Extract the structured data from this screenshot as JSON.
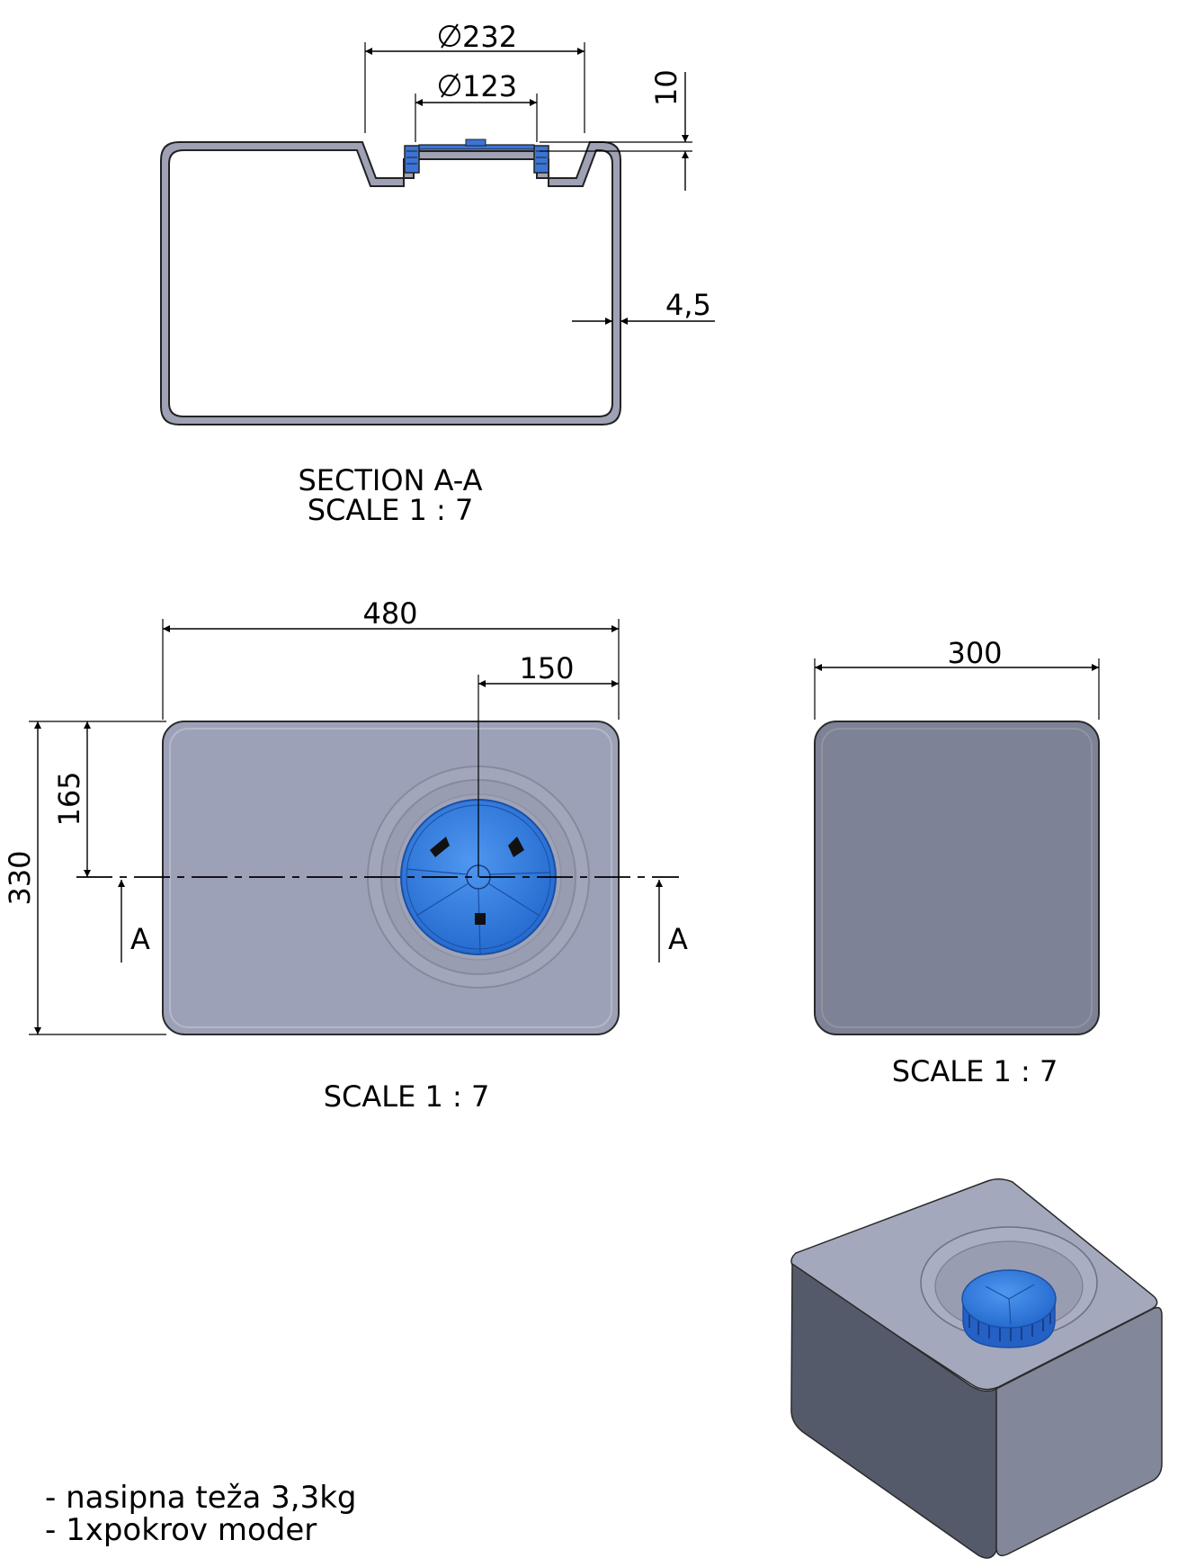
{
  "section_view": {
    "dims": {
      "outer_diameter": "232",
      "inner_diameter": "123",
      "neck_depth": "10",
      "wall_thickness": "4,5"
    },
    "label_line1": "SECTION A-A",
    "label_line2": "SCALE 1 : 7"
  },
  "top_view": {
    "dims": {
      "width": "480",
      "cap_offset": "150",
      "height": "330",
      "half_height": "165"
    },
    "section_marks": [
      "A",
      "A"
    ],
    "scale_label": "SCALE 1 : 7"
  },
  "side_view": {
    "dims": {
      "width": "300"
    },
    "scale_label": "SCALE 1 : 7"
  },
  "notes": [
    "- nasipna teža 3,3kg",
    "- 1xpokrov moder"
  ],
  "colors": {
    "tank_top": "#9da1b8",
    "tank_side": "#7e8297",
    "iso_top": "#a3a8bd",
    "iso_front": "#555a6b",
    "iso_right": "#828799",
    "cap_blue": "#2f7ee6"
  }
}
